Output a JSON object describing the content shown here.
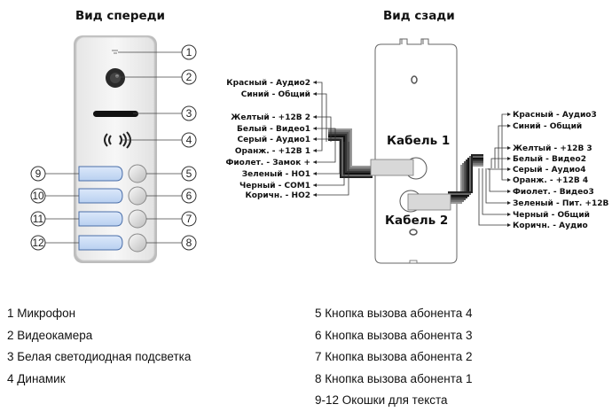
{
  "front_view": {
    "title": "Вид спереди",
    "callouts": [
      "1",
      "2",
      "3",
      "4",
      "5",
      "6",
      "7",
      "8",
      "9",
      "10",
      "11",
      "12"
    ]
  },
  "back_view": {
    "title": "Вид сзади",
    "cable1_label": "Кабель 1",
    "cable2_label": "Кабель 2",
    "cable1_wires": [
      "Красный - Аудио2",
      "Синий - Общий",
      "Желтый - +12В 2",
      "Белый - Видео1",
      "Серый - Аудио1",
      "Оранж. - +12В 1",
      "Фиолет. - Замок +",
      "Зеленый - НО1",
      "Черный - COM1",
      "Коричн. - НО2"
    ],
    "cable2_wires": [
      "Красный - Аудио3",
      "Синий - Общий",
      "Желтый - +12В 3",
      "Белый - Видео2",
      "Серый - Аудио4",
      "Оранж. - +12В 4",
      "Фиолет. - Видео3",
      "Зеленый - Пит. +12В",
      "Черный - Общий",
      "Коричн. - Аудио"
    ]
  },
  "legend": {
    "left": [
      "1 Микрофон",
      "2 Видеокамера",
      "3 Белая светодиодная подсветка",
      "4 Динамик"
    ],
    "right": [
      "5 Кнопка вызова абонента 4",
      "6 Кнопка вызова абонента 3",
      "7 Кнопка вызова абонента 2",
      "8 Кнопка вызова абонента 1",
      "9-12 Окошки для текста"
    ]
  },
  "colors": {
    "panel_face": "#eeeeee",
    "panel_border": "#9a9a9a",
    "name_window": "#c8dcf5",
    "name_window_border": "#4a6ea8",
    "line": "#333333"
  }
}
